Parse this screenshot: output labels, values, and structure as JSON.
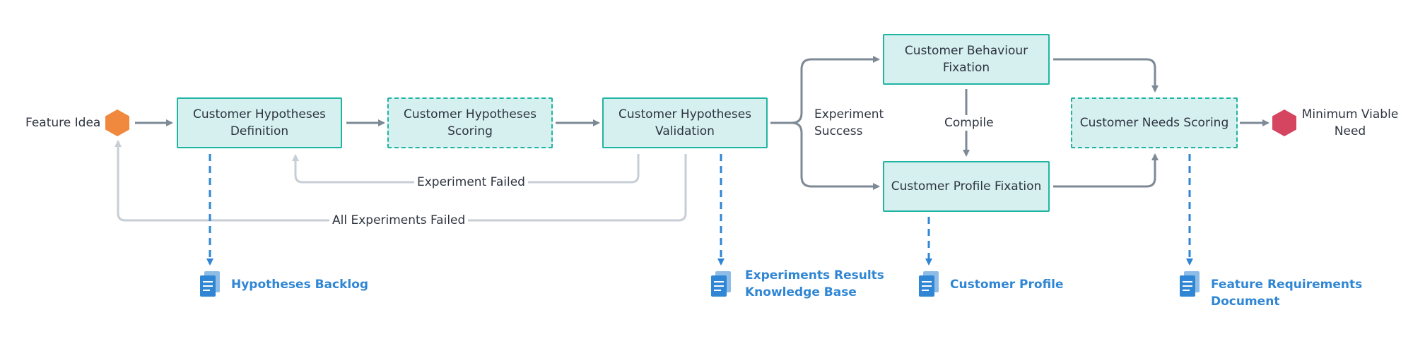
{
  "colors": {
    "box_fill": "#d5f0ef",
    "box_border": "#1fb5a2",
    "arrow": "#7d8a96",
    "failure_line": "#c7ced6",
    "doc_link": "#2f86d4",
    "start_node": "#f0883e",
    "end_node": "#d64560"
  },
  "nodes": {
    "feature_idea": "Feature Idea",
    "hypotheses_definition": "Customer Hypotheses\nDefinition",
    "hypotheses_scoring": "Customer Hypotheses\nScoring",
    "hypotheses_validation": "Customer Hypotheses\nValidation",
    "behaviour_fixation": "Customer Behaviour\nFixation",
    "profile_fixation": "Customer Profile Fixation",
    "needs_scoring": "Customer Needs Scoring",
    "minimum_viable_need": "Minimum Viable\nNeed"
  },
  "edge_labels": {
    "experiment_success": "Experiment\nSuccess",
    "compile": "Compile",
    "experiment_failed": "Experiment Failed",
    "all_experiments_failed": "All Experiments Failed"
  },
  "documents": {
    "hypotheses_backlog": "Hypotheses Backlog",
    "experiments_results": "Experiments Results\nKnowledge Base",
    "customer_profile": "Customer Profile",
    "feature_requirements": "Feature Requirements Document"
  },
  "icons": {
    "start": "hexagon-orange-icon",
    "end": "hexagon-red-icon",
    "document": "document-icon"
  }
}
